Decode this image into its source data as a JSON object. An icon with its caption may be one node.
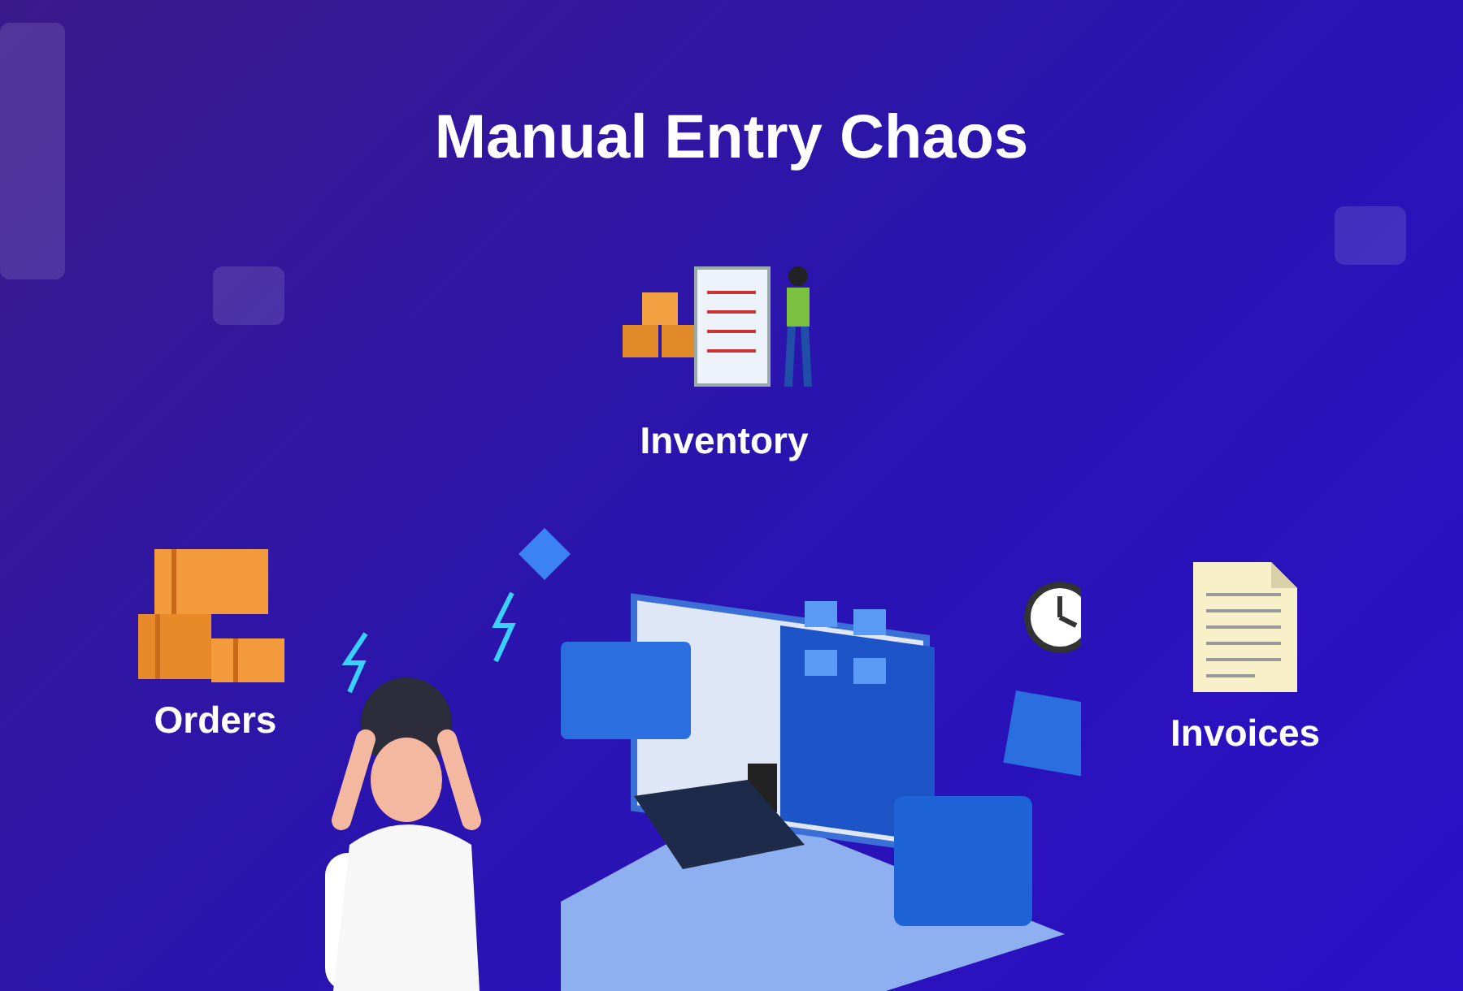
{
  "diagram": {
    "title": "Manual Entry Chaos",
    "nodes": [
      {
        "text": [
          "Inventory"
        ]
      },
      {
        "text": [
          "Orders"
        ]
      },
      {
        "text": [
          "Invoices"
        ]
      }
    ]
  }
}
